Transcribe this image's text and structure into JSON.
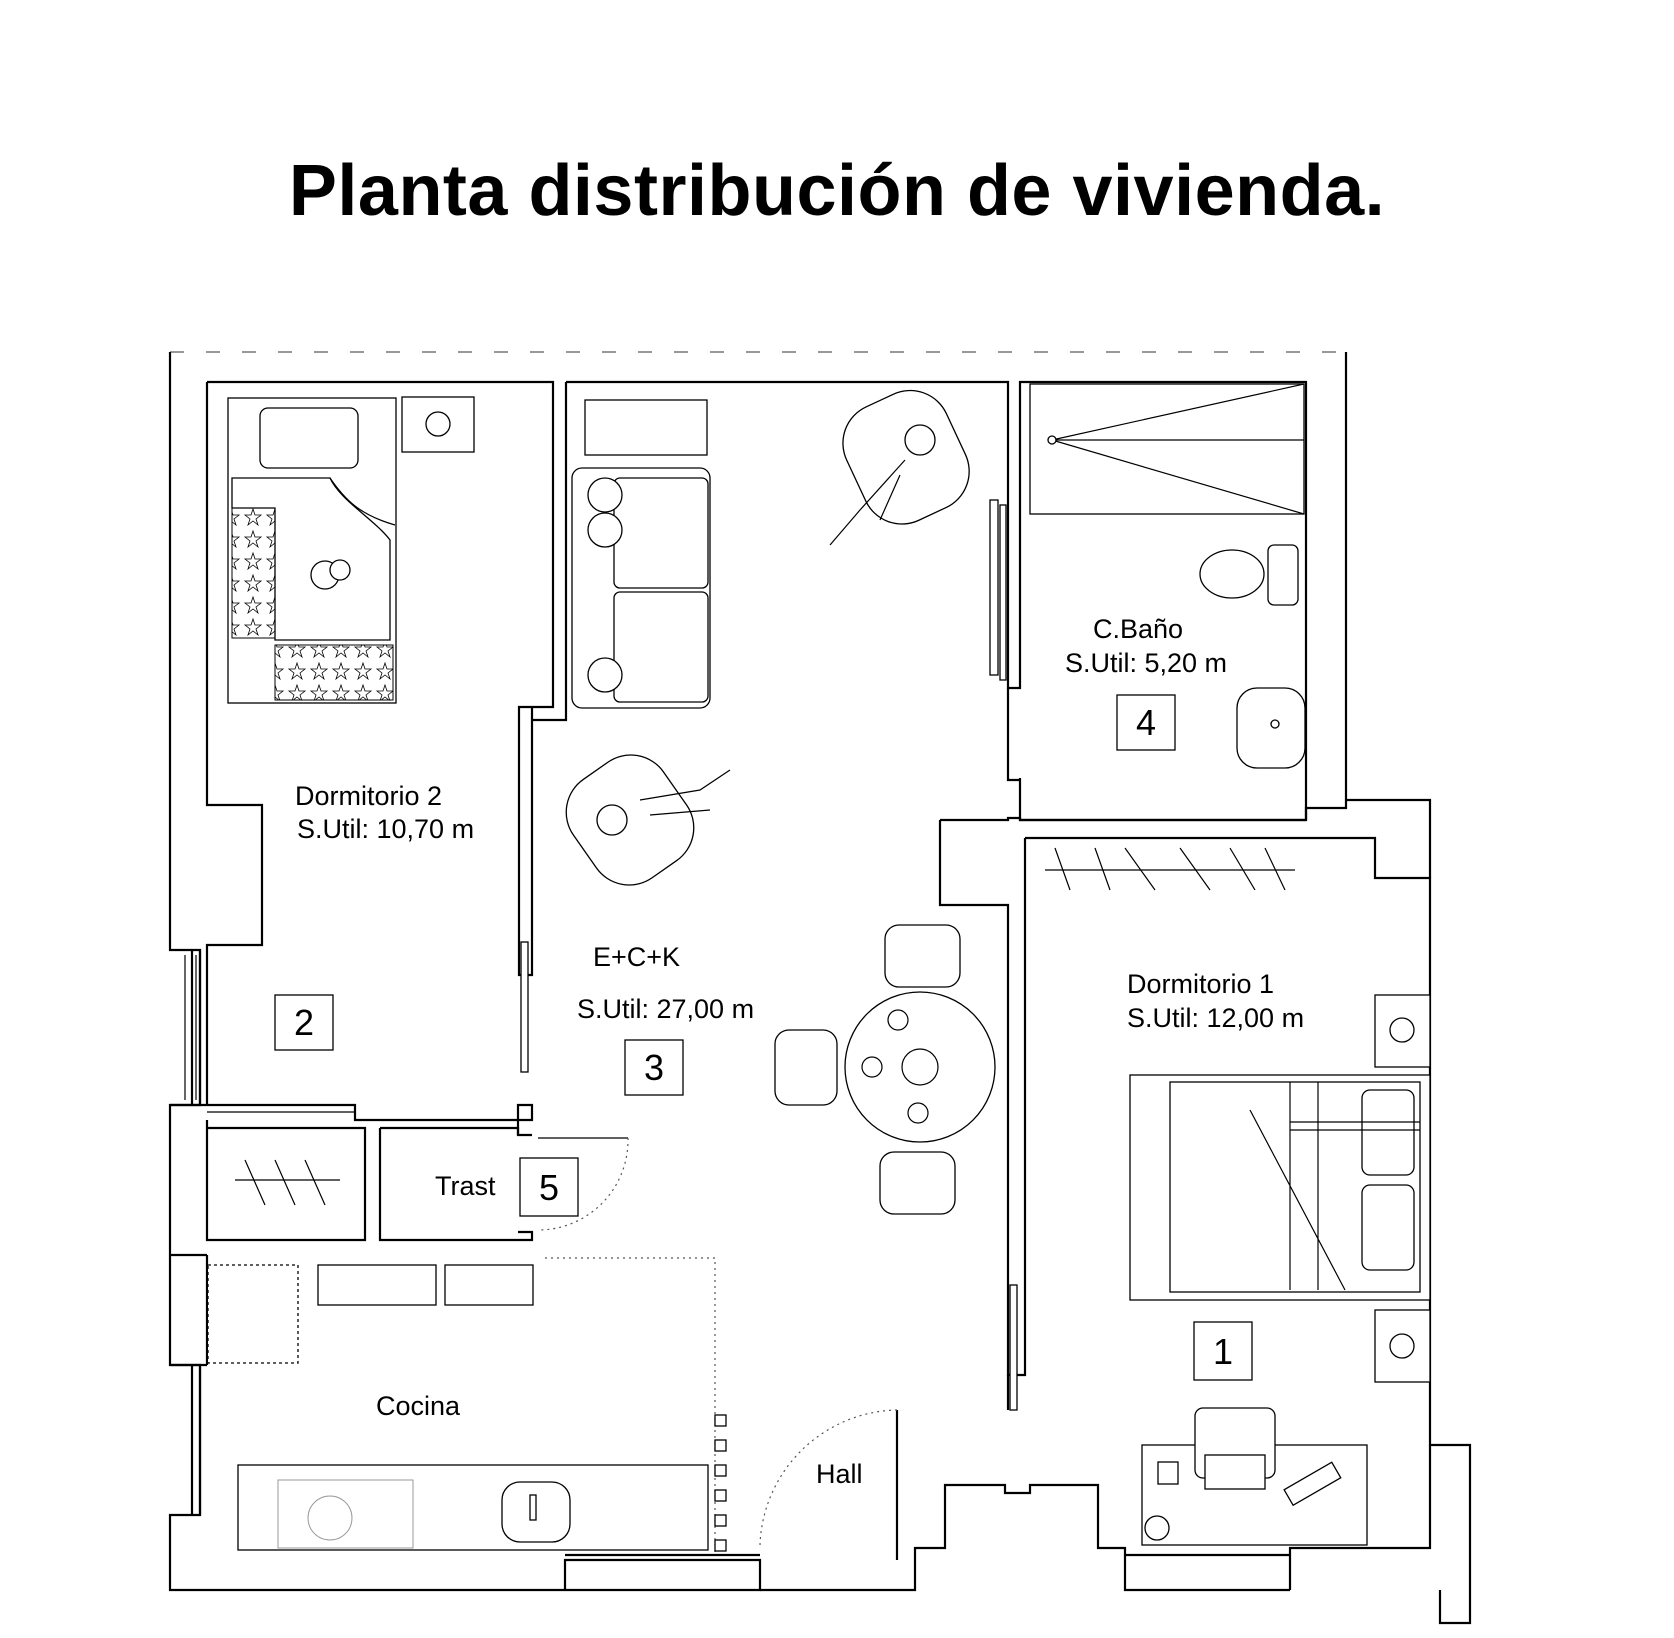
{
  "title": "Planta distribución de vivienda.",
  "rooms": {
    "dormitorio2": {
      "name": "Dormitorio 2",
      "area": "S.Util: 10,70 m",
      "number": "2"
    },
    "ecK": {
      "name": "E+C+K",
      "area": "S.Util: 27,00 m",
      "number": "3"
    },
    "bano": {
      "name": "C.Baño",
      "area": "S.Util: 5,20 m",
      "number": "4"
    },
    "dormitorio1": {
      "name": "Dormitorio 1",
      "area": "S.Util: 12,00 m",
      "number": "1"
    },
    "trastero": {
      "name": "Trast",
      "number": "5"
    },
    "cocina": {
      "name": "Cocina"
    },
    "hall": {
      "name": "Hall"
    }
  }
}
